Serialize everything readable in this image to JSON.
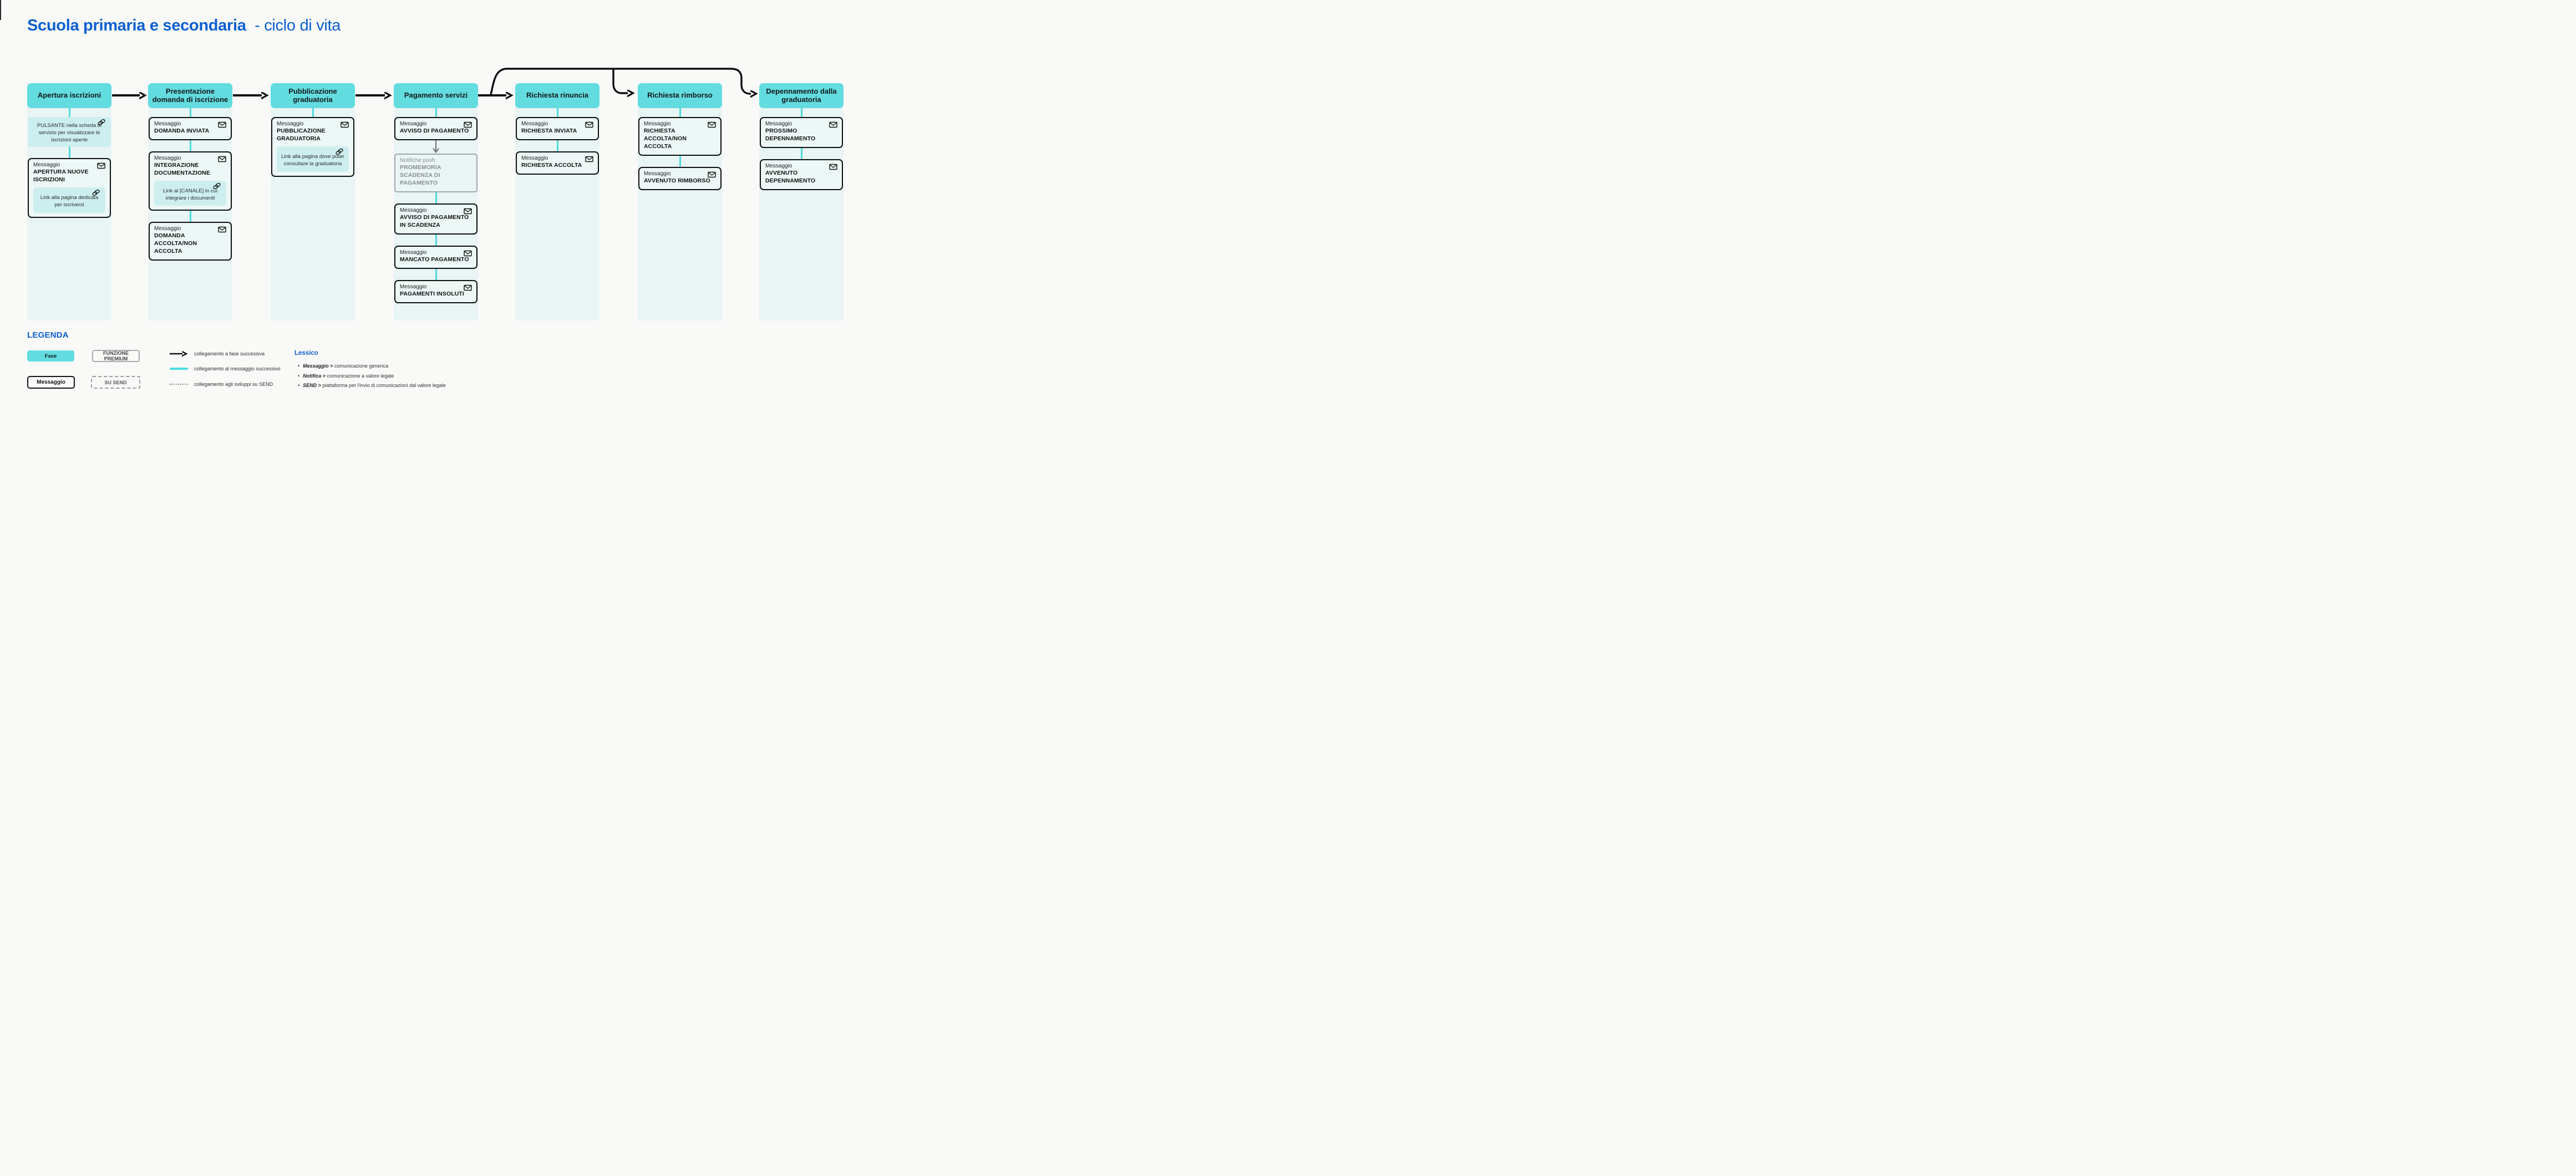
{
  "title": {
    "bold": "Scuola primaria e secondaria",
    "light": "- ciclo di vita"
  },
  "colors": {
    "accent_blue": "#0b5fd0",
    "phase_teal": "#63dcdf",
    "column_bg": "#e8f5f4",
    "linkbox_bg": "#cdeeee",
    "connector_teal": "#4fd9de",
    "border_black": "#0f0f0f",
    "premium_gray": "#a6a6a6"
  },
  "phases": [
    {
      "name": "Apertura iscrizioni",
      "items": [
        {
          "kind": "linkbox",
          "text": "PULSANTE nella scheda di servizio per visualizzare le iscrizioni aperte"
        },
        {
          "kind": "teal"
        },
        {
          "kind": "message",
          "label": "Messaggio",
          "title": "APERTURA NUOVE ISCRIZIONI",
          "link": "Link alla pagina dedicata per iscriversi"
        }
      ]
    },
    {
      "name": "Presentazione domanda di iscrizione",
      "items": [
        {
          "kind": "message",
          "label": "Messaggio",
          "title": "DOMANDA INVIATA"
        },
        {
          "kind": "teal"
        },
        {
          "kind": "message",
          "label": "Messaggio",
          "title": "INTEGRAZIONE DOCUMENTAZIONE",
          "link": "Link al [CANALE] in cui integrare i documenti"
        },
        {
          "kind": "teal"
        },
        {
          "kind": "message",
          "label": "Messaggio",
          "title": "DOMANDA ACCOLTA/NON ACCOLTA"
        }
      ]
    },
    {
      "name": "Pubblicazione graduatoria",
      "items": [
        {
          "kind": "message",
          "label": "Messaggio",
          "title": "PUBBLICAZIONE GRADUATORIA",
          "link": "Link alla pagina dove poter consultare la graduatoria"
        }
      ]
    },
    {
      "name": "Pagamento servizi",
      "items": [
        {
          "kind": "message",
          "label": "Messaggio",
          "title": "AVVISO DI PAGAMENTO"
        },
        {
          "kind": "gray-arrow"
        },
        {
          "kind": "push",
          "label": "Notifiche push",
          "title": "PROMEMORIA SCADENZA DI PAGAMENTO"
        },
        {
          "kind": "teal"
        },
        {
          "kind": "message",
          "label": "Messaggio",
          "title": "AVVISO DI PAGAMENTO IN SCADENZA"
        },
        {
          "kind": "teal"
        },
        {
          "kind": "message",
          "label": "Messaggio",
          "title": "MANCATO PAGAMENTO"
        },
        {
          "kind": "teal"
        },
        {
          "kind": "message",
          "label": "Messaggio",
          "title": "PAGAMENTI INSOLUTI"
        }
      ]
    },
    {
      "name": "Richiesta rinuncia",
      "items": [
        {
          "kind": "message",
          "label": "Messaggio",
          "title": "RICHIESTA INVIATA"
        },
        {
          "kind": "teal"
        },
        {
          "kind": "message",
          "label": "Messaggio",
          "title": "RICHIESTA ACCOLTA"
        }
      ]
    },
    {
      "name": "Richiesta rimborso",
      "items": [
        {
          "kind": "message",
          "label": "Messaggio",
          "title": "RICHIESTA ACCOLTA/NON ACCOLTA"
        },
        {
          "kind": "teal"
        },
        {
          "kind": "message",
          "label": "Messaggio",
          "title": "AVVENUTO RIMBORSO"
        }
      ]
    },
    {
      "name": "Depennamento dalla graduatoria",
      "items": [
        {
          "kind": "message",
          "label": "Messaggio",
          "title": "PROSSIMO DEPENNAMENTO"
        },
        {
          "kind": "teal"
        },
        {
          "kind": "message",
          "label": "Messaggio",
          "title": "AVVENUTO DEPENNAMENTO"
        }
      ]
    }
  ],
  "legend": {
    "heading": "LEGENDA",
    "chips": {
      "fase": "Fase",
      "premium": "FUNZIONE PREMIUM",
      "messaggio": "Messaggio",
      "send": "SU SEND"
    },
    "connectors": [
      {
        "type": "arrow",
        "label": "collegamento a fase successiva"
      },
      {
        "type": "teal-line",
        "label": "collegamento al messaggio successivo"
      },
      {
        "type": "dotted-line",
        "label": "collegamento agli sviluppi su SEND"
      }
    ]
  },
  "lessico": {
    "heading": "Lessico",
    "items": [
      {
        "term": "Messaggio >",
        "def": "comunicazione generica"
      },
      {
        "term": "Notifica >",
        "def": "comunicazione a valore legale"
      },
      {
        "term": "SEND >",
        "def": "piattaforma per l'invio di comunicazioni dal valore legale"
      }
    ]
  }
}
